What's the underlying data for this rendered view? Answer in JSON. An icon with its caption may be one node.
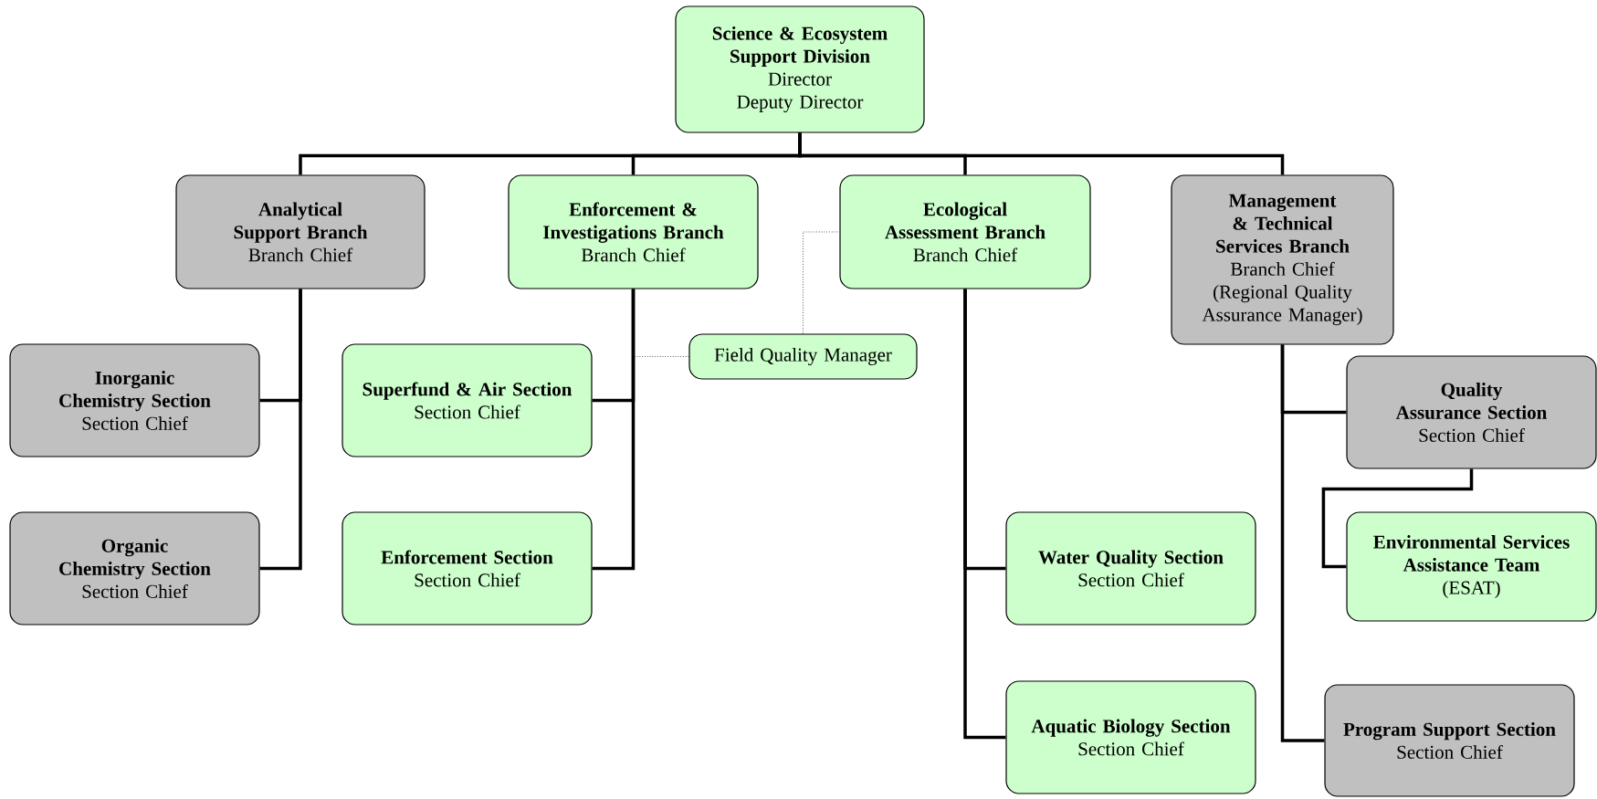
{
  "diagram": {
    "nodes": [
      {
        "text": [
          "Science & Ecosystem Support Division",
          "Director",
          "Deputy Director"
        ]
      },
      {
        "text": [
          "Analytical Support Branch",
          "Branch Chief"
        ]
      },
      {
        "text": [
          "Enforcement & Investigations Branch",
          "Branch Chief"
        ]
      },
      {
        "text": [
          "Ecological Assessment Branch",
          "Branch Chief"
        ]
      },
      {
        "text": [
          "Management & Technical Services Branch",
          "Branch Chief",
          "(Regional Quality Assurance Manager)"
        ]
      },
      {
        "text": [
          "Inorganic Chemistry Section",
          "Section Chief"
        ]
      },
      {
        "text": [
          "Organic Chemistry Section",
          "Section Chief"
        ]
      },
      {
        "text": [
          "Superfund & Air Section",
          "Section Chief"
        ]
      },
      {
        "text": [
          "Enforcement Section",
          "Section Chief"
        ]
      },
      {
        "text": [
          "Field Quality Manager"
        ]
      },
      {
        "text": [
          "Water Quality Section",
          "Section Chief"
        ]
      },
      {
        "text": [
          "Aquatic Biology Section",
          "Section Chief"
        ]
      },
      {
        "text": [
          "Quality Assurance Section",
          "Section Chief"
        ]
      },
      {
        "text": [
          "Environmental Services Assistance Team",
          "(ESAT)"
        ]
      },
      {
        "text": [
          "Program Support Section",
          "Section Chief"
        ]
      }
    ],
    "edges": [
      {
        "from": 0,
        "to": 1,
        "arrow": "none"
      },
      {
        "from": 0,
        "to": 2,
        "arrow": "none"
      },
      {
        "from": 0,
        "to": 3,
        "arrow": "none"
      },
      {
        "from": 0,
        "to": 4,
        "arrow": "none"
      },
      {
        "from": 1,
        "to": 5,
        "arrow": "none"
      },
      {
        "from": 1,
        "to": 6,
        "arrow": "none"
      },
      {
        "from": 2,
        "to": 7,
        "arrow": "none"
      },
      {
        "from": 2,
        "to": 8,
        "arrow": "none"
      },
      {
        "from": 9,
        "to": 2,
        "arrow": "none",
        "style": "dashed"
      },
      {
        "from": 9,
        "to": 3,
        "arrow": "none",
        "style": "dashed"
      },
      {
        "from": 3,
        "to": 10,
        "arrow": "none"
      },
      {
        "from": 3,
        "to": 11,
        "arrow": "none"
      },
      {
        "from": 4,
        "to": 12,
        "arrow": "none"
      },
      {
        "from": 12,
        "to": 13,
        "arrow": "none"
      },
      {
        "from": 4,
        "to": 14,
        "arrow": "none"
      }
    ]
  }
}
